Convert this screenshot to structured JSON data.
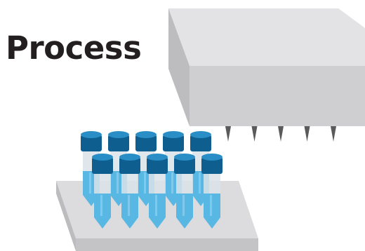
{
  "title": "Process",
  "colors": {
    "cap_dark": "#0e5f8f",
    "cap_top": "#2a8ec6",
    "tube_liquid": "#58b7e3",
    "tube_glass": "#d9e3ea",
    "plate_top": "#dcdcde",
    "plate_front": "#c4c4c6",
    "machine_top": "#e3e3e5",
    "machine_front": "#cfcfd1",
    "machine_side": "#bdbdbf",
    "needle": "#5a5a5c"
  },
  "illustration": {
    "machine_icon": "dispensing-head-icon",
    "plate_icon": "tube-rack-icon",
    "tube_icon": "sample-tube-icon",
    "needle_icon": "dispense-tip-icon",
    "tube_rows": 2,
    "tubes_per_row": 5,
    "needle_count": 5
  }
}
